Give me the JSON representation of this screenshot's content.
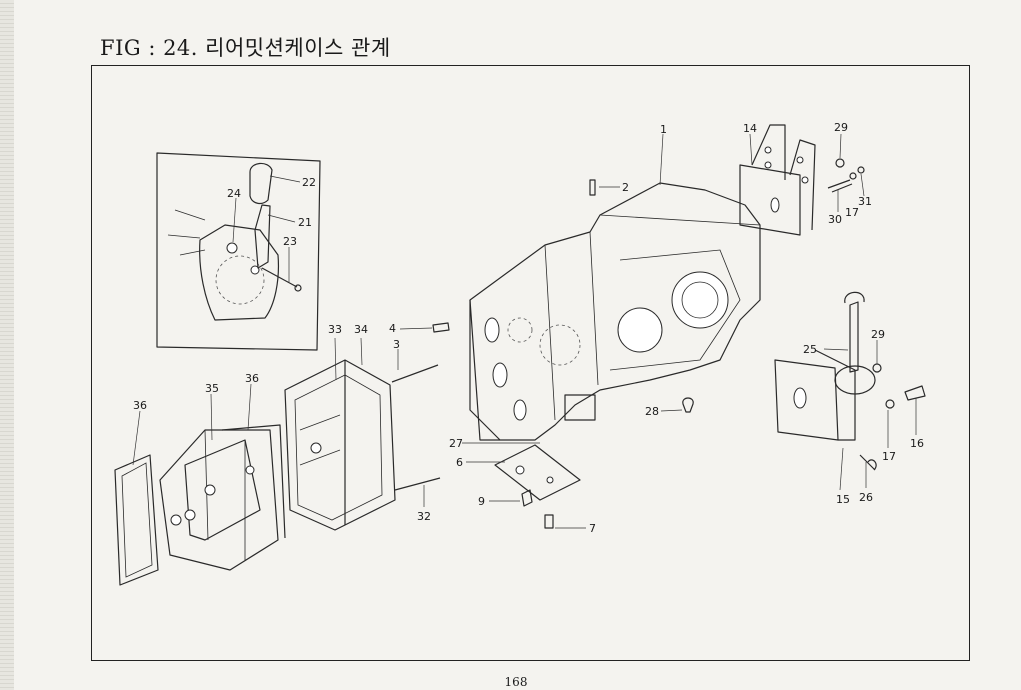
{
  "figure": {
    "title": "FIG : 24. 리어밋션케이스 관계",
    "page_number": "168"
  },
  "callouts": [
    {
      "id": "c1",
      "label": "1"
    },
    {
      "id": "c2",
      "label": "2"
    },
    {
      "id": "c3",
      "label": "3"
    },
    {
      "id": "c4",
      "label": "4"
    },
    {
      "id": "c6",
      "label": "6"
    },
    {
      "id": "c7",
      "label": "7"
    },
    {
      "id": "c9",
      "label": "9"
    },
    {
      "id": "c14",
      "label": "14"
    },
    {
      "id": "c15",
      "label": "15"
    },
    {
      "id": "c16",
      "label": "16"
    },
    {
      "id": "c17a",
      "label": "17"
    },
    {
      "id": "c17b",
      "label": "17"
    },
    {
      "id": "c21",
      "label": "21"
    },
    {
      "id": "c22",
      "label": "22"
    },
    {
      "id": "c23",
      "label": "23"
    },
    {
      "id": "c24",
      "label": "24"
    },
    {
      "id": "c25",
      "label": "25"
    },
    {
      "id": "c26",
      "label": "26"
    },
    {
      "id": "c27",
      "label": "27"
    },
    {
      "id": "c28",
      "label": "28"
    },
    {
      "id": "c29a",
      "label": "29"
    },
    {
      "id": "c29b",
      "label": "29"
    },
    {
      "id": "c30",
      "label": "30"
    },
    {
      "id": "c31",
      "label": "31"
    },
    {
      "id": "c32",
      "label": "32"
    },
    {
      "id": "c33",
      "label": "33"
    },
    {
      "id": "c34",
      "label": "34"
    },
    {
      "id": "c35",
      "label": "35"
    },
    {
      "id": "c36a",
      "label": "36"
    },
    {
      "id": "c36b",
      "label": "36"
    }
  ]
}
